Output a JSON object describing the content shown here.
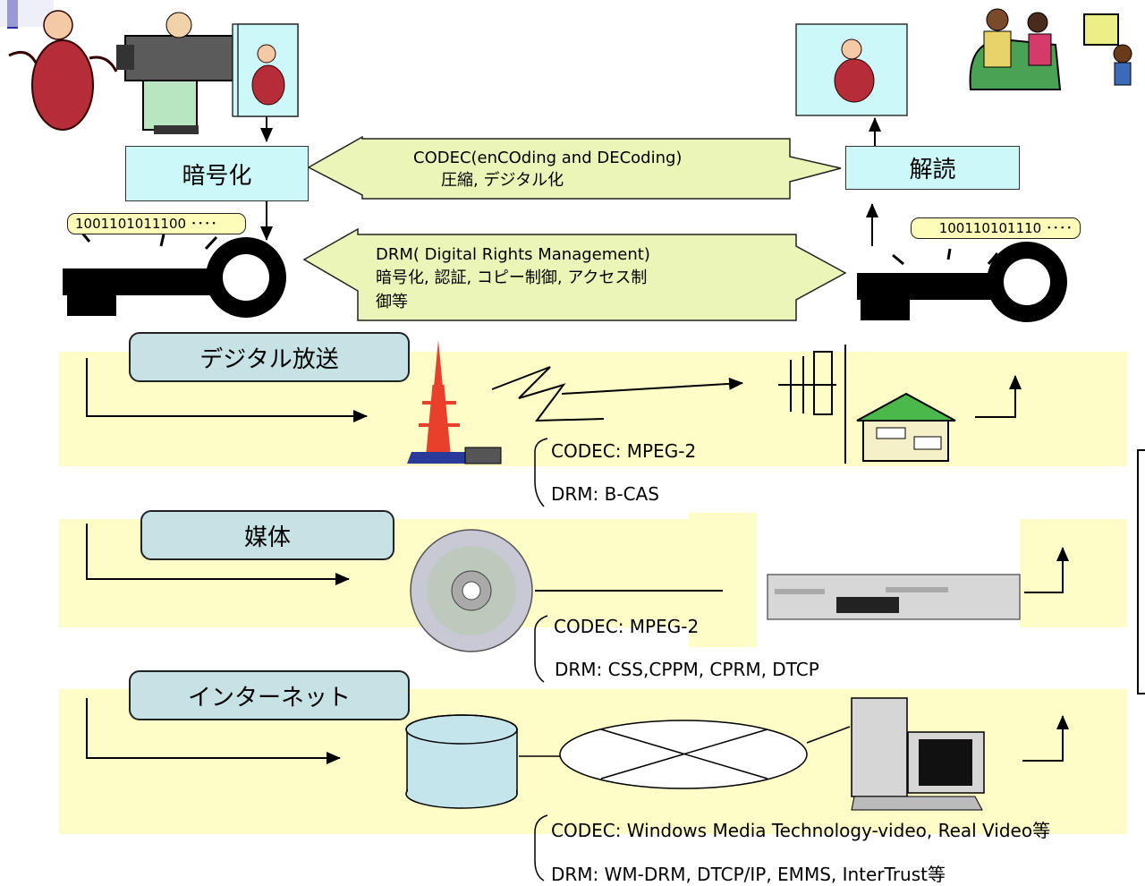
{
  "labels": {
    "encode": "暗号化",
    "decode": "解読",
    "bits_left": "1001101011100 ････",
    "bits_right": "100110101110 ････",
    "codec_line1": "CODEC(enCOding and DECoding)",
    "codec_line2": "圧縮, デジタル化",
    "drm_line1": "DRM( Digital Rights Management)",
    "drm_line2": "暗号化, 認証, コピー制御, アクセス制",
    "drm_line3": "御等"
  },
  "rows": [
    {
      "title": "デジタル放送",
      "codec": "CODEC: MPEG-2",
      "drm": "DRM: B-CAS"
    },
    {
      "title": "媒体",
      "codec": "CODEC: MPEG-2",
      "drm": "DRM: CSS,CPPM, CPRM, DTCP"
    },
    {
      "title": "インターネット",
      "codec": "CODEC: Windows Media Technology-video, Real Video等",
      "drm": "DRM: WM-DRM, DTCP/IP, EMMS, InterTrust等"
    }
  ],
  "colors": {
    "band": "#fefdc8",
    "cyan_box": "#cdf8fa",
    "pill": "#c6e2e5",
    "arrow_fill": "#ecf5b8",
    "tower": "#e8402a"
  }
}
